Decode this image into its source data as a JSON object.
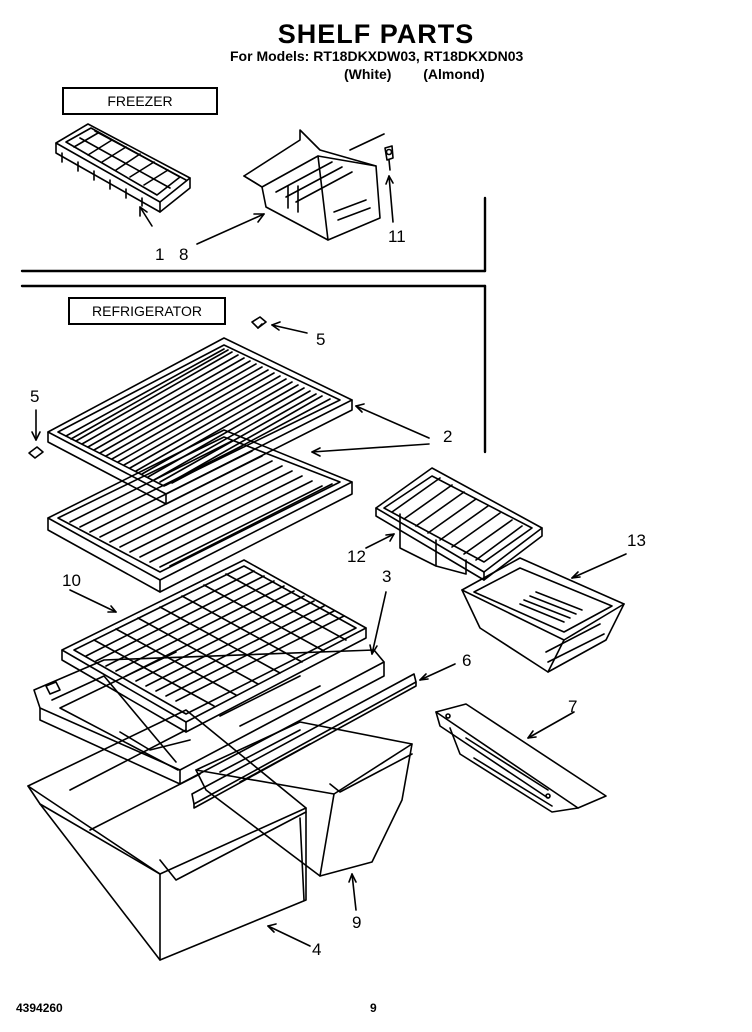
{
  "header": {
    "title": "SHELF PARTS",
    "models_line": "For Models: RT18DKXDW03, RT18DKXDN03",
    "color_white": "(White)",
    "color_almond": "(Almond)"
  },
  "sections": {
    "freezer": "FREEZER",
    "refrigerator": "REFRIGERATOR"
  },
  "callouts": {
    "c1": "1",
    "c8": "8",
    "c11": "11",
    "c5a": "5",
    "c5b": "5",
    "c2": "2",
    "c10": "10",
    "c12": "12",
    "c13": "13",
    "c3": "3",
    "c6": "6",
    "c7": "7",
    "c9": "9",
    "c4": "4"
  },
  "footer": {
    "doc_number": "4394260",
    "page_number": "9"
  }
}
